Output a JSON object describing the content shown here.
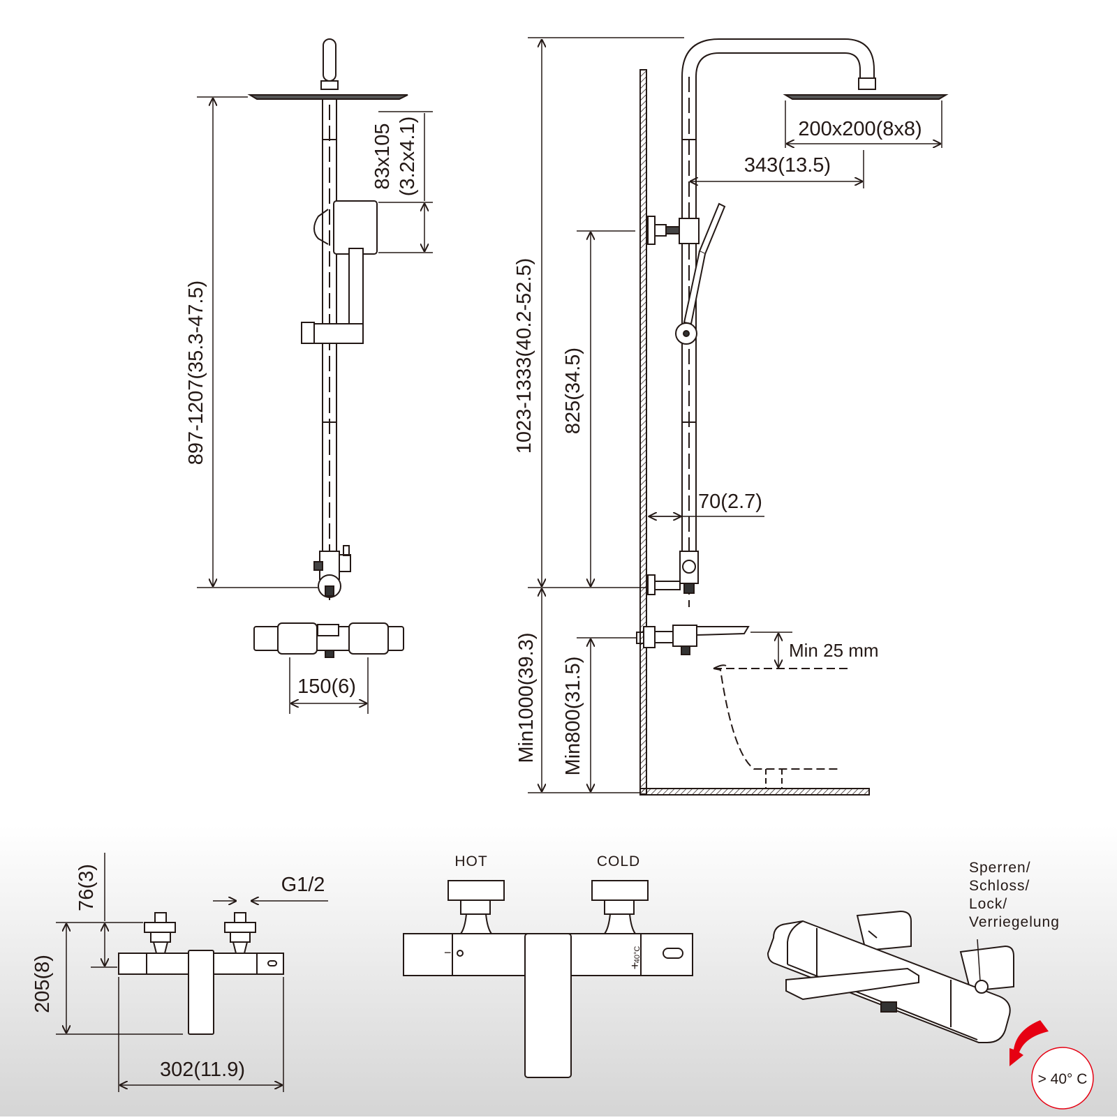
{
  "top_views": {
    "front": {
      "overall_height": "897-1207(35.3-47.5)",
      "hand_shower_size_1": "83x105",
      "hand_shower_size_2": "(3.2x4.1)",
      "inlet_spacing": "150(6)"
    },
    "side": {
      "total_height": "1023-1333(40.2-52.5)",
      "rail_height": "825(34.5)",
      "head_size": "200x200(8x8)",
      "arm_reach": "343(13.5)",
      "wall_offset": "70(2.7)",
      "mixer_height_shower": "Min1000(39.3)",
      "mixer_height_bath": "Min800(31.5)",
      "spout_clearance": "Min 25 mm"
    }
  },
  "bottom_views": {
    "mixer_side": {
      "inlet_depth": "76(3)",
      "thread": "G1/2",
      "height": "205(8)",
      "width": "302(11.9)"
    },
    "mixer_front": {
      "hot_label": "HOT",
      "cold_label": "COLD",
      "temp_mark": "40°C",
      "minus_mark": "−",
      "plus_mark": "+"
    },
    "mixer_3d": {
      "lock_label_1": "Sperren/",
      "lock_label_2": "Schloss/",
      "lock_label_3": "Lock/",
      "lock_label_4": "Verriegelung",
      "temp_limit": "> 40° C"
    }
  },
  "colors": {
    "line": "#231815",
    "accent_red": "#e60012",
    "panel_top": "#ffffff",
    "panel_bottom": "#d5d5d5"
  }
}
